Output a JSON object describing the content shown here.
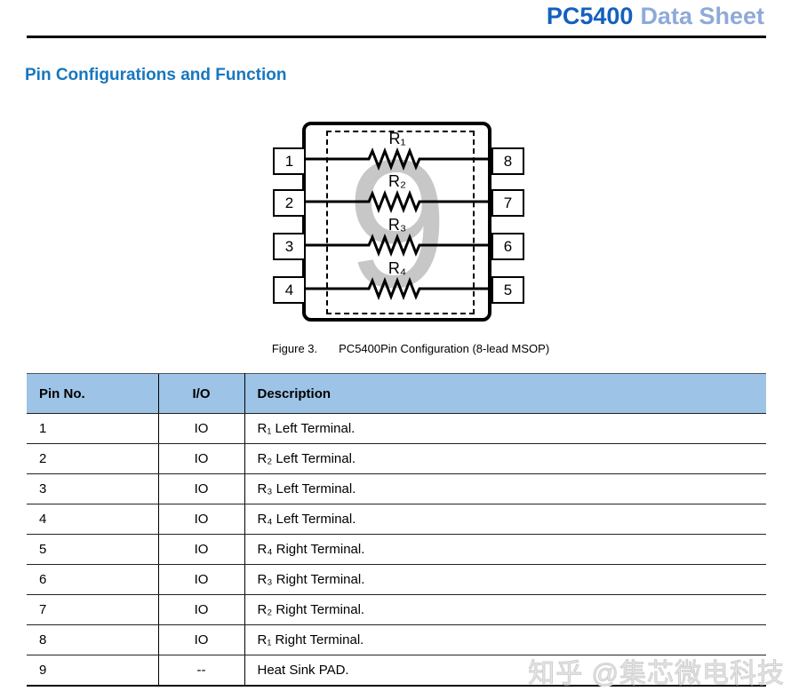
{
  "header": {
    "part_number": "PC5400",
    "doc_type": "Data Sheet"
  },
  "section": {
    "title": "Pin Configurations and Function"
  },
  "diagram": {
    "package": "8-lead MSOP",
    "pins_left": [
      "1",
      "2",
      "3",
      "4"
    ],
    "pins_right": [
      "8",
      "7",
      "6",
      "5"
    ],
    "resistors": [
      "R₁",
      "R₂",
      "R₃",
      "R₄"
    ],
    "pad_number": "9"
  },
  "caption": {
    "figure_label": "Figure 3.",
    "text": "PC5400Pin Configuration (8-lead MSOP)"
  },
  "pin_table": {
    "columns": [
      "Pin No.",
      "I/O",
      "Description"
    ],
    "rows": [
      {
        "pin": "1",
        "io": "IO",
        "desc": "R₁ Left Terminal."
      },
      {
        "pin": "2",
        "io": "IO",
        "desc": "R₂ Left Terminal."
      },
      {
        "pin": "3",
        "io": "IO",
        "desc": "R₃ Left Terminal."
      },
      {
        "pin": "4",
        "io": "IO",
        "desc": "R₄ Left Terminal."
      },
      {
        "pin": "5",
        "io": "IO",
        "desc": "R₄ Right Terminal."
      },
      {
        "pin": "6",
        "io": "IO",
        "desc": "R₃ Right Terminal."
      },
      {
        "pin": "7",
        "io": "IO",
        "desc": "R₂ Right Terminal."
      },
      {
        "pin": "8",
        "io": "IO",
        "desc": "R₁ Right Terminal."
      },
      {
        "pin": "9",
        "io": "--",
        "desc": "Heat Sink PAD."
      }
    ]
  },
  "watermark": {
    "text": "知乎 @集芯微电科技"
  },
  "colors": {
    "brand_blue": "#1460BE",
    "doc_type_blue": "#8FA9D9",
    "heading_blue": "#1877BE",
    "table_header_bg": "#9DC3E6",
    "pad_gray": "#C7C7C7",
    "watermark_gray": "#D6D6D6"
  }
}
